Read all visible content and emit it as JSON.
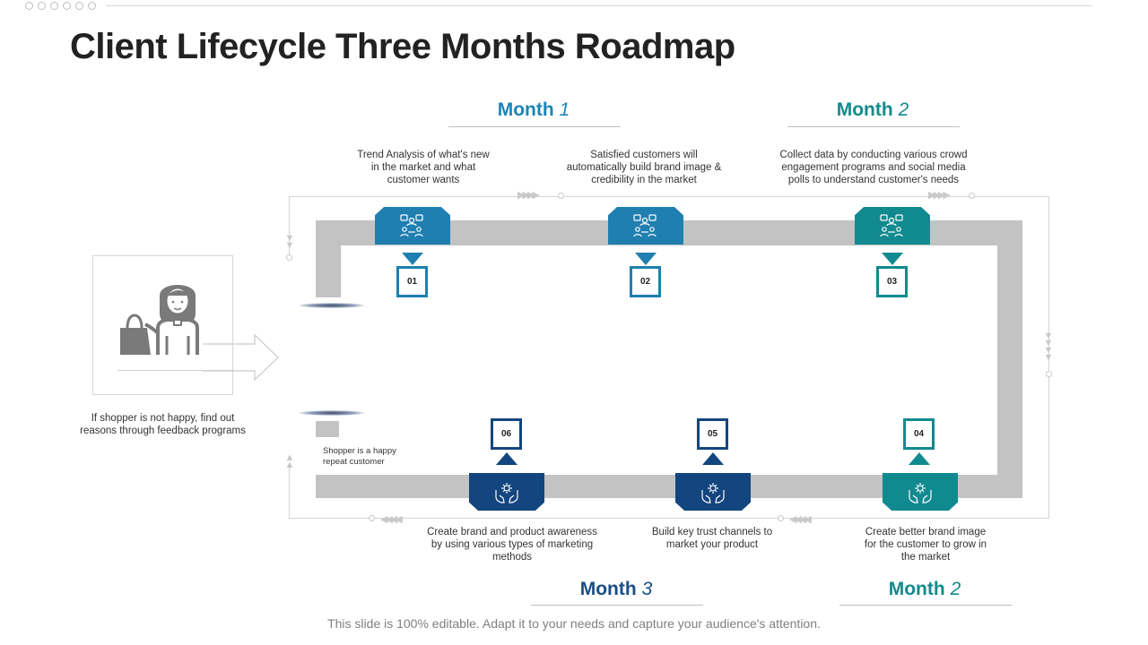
{
  "title": "Client Lifecycle Three Months Roadmap",
  "months": {
    "top_left": {
      "word": "Month",
      "num": "1"
    },
    "top_right": {
      "word": "Month",
      "num": "2"
    },
    "bottom_left": {
      "word": "Month",
      "num": "3"
    },
    "bottom_right": {
      "word": "Month",
      "num": "2"
    }
  },
  "steps": [
    {
      "num": "01",
      "text": "Trend Analysis of what's new in the market and what customer wants"
    },
    {
      "num": "02",
      "text": "Satisfied customers will automatically build brand image & credibility in the market"
    },
    {
      "num": "03",
      "text": "Collect data by conducting various crowd engagement programs and social media polls to understand customer's needs"
    },
    {
      "num": "04",
      "text": "Create better brand image for the customer to grow in the market"
    },
    {
      "num": "05",
      "text": "Build key trust channels to market your product"
    },
    {
      "num": "06",
      "text": "Create brand and product awareness by using various types of marketing methods"
    }
  ],
  "shopper_unhappy": "If shopper is not happy, find out reasons through feedback programs",
  "shopper_happy": "Shopper is a happy repeat customer",
  "footer": "This slide is 100% editable. Adapt it to your needs and capture your audience's attention.",
  "colors": {
    "blue": "#1f7fb0",
    "teal": "#118a8f",
    "navy": "#13457e",
    "month_blue": "#1a84b8",
    "month_teal": "#138a8c",
    "month_navy": "#1a4e86",
    "bar_gray": "#c3c3c3"
  },
  "icons": {
    "top": "people-network-icon",
    "bottom": "hands-gear-icon",
    "shopper": "shopper-with-bag-icon"
  }
}
